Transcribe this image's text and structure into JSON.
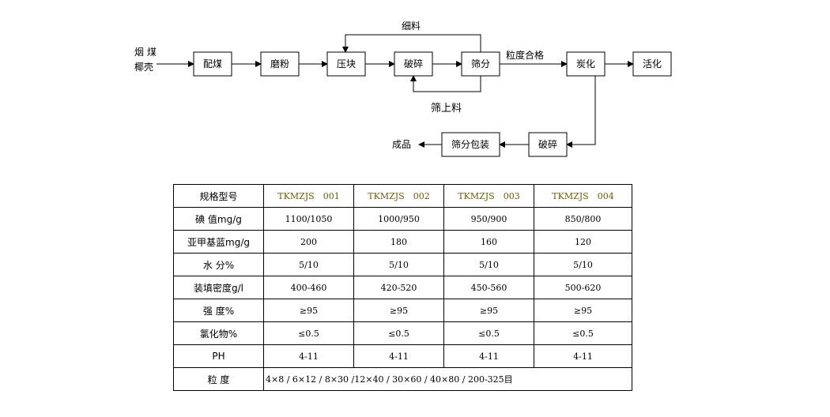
{
  "flow": {
    "inputs": [
      "烟 煤",
      "椰壳"
    ],
    "steps": {
      "peimei": "配煤",
      "mofen": "磨粉",
      "yakuai": "压块",
      "posui1": "破碎",
      "shaifen": "筛分",
      "tanhua": "炭化",
      "huohua": "活化",
      "posui2": "破碎",
      "baozhuang": "筛分包装"
    },
    "labels": {
      "xiliao": "细料",
      "shaishangliao": "筛上料",
      "lidu_hege": "粒度合格",
      "chengpin": "成品"
    }
  },
  "spec_table": {
    "header": {
      "label": "规格型号",
      "models": [
        "TKMZJS　001",
        "TKMZJS　002",
        "TKMZJS　003",
        "TKMZJS　004"
      ]
    },
    "rows": [
      {
        "label": "碘 值mg/g",
        "values": [
          "1100/1050",
          "1000/950",
          "950/900",
          "850/800"
        ]
      },
      {
        "label": "亚甲基蓝mg/g",
        "values": [
          "200",
          "180",
          "160",
          "120"
        ]
      },
      {
        "label": "水 分%",
        "values": [
          "5/10",
          "5/10",
          "5/10",
          "5/10"
        ]
      },
      {
        "label": "装填密度g/l",
        "values": [
          "400-460",
          "420-520",
          "450-560",
          "500-620"
        ]
      },
      {
        "label": "强 度%",
        "values": [
          "≥95",
          "≥95",
          "≥95",
          "≥95"
        ]
      },
      {
        "label": "氯化物%",
        "values": [
          "≤0.5",
          "≤0.5",
          "≤0.5",
          "≤0.5"
        ]
      },
      {
        "label": "PH",
        "values": [
          "4-11",
          "4-11",
          "4-11",
          "4-11"
        ]
      }
    ],
    "particle_size": {
      "label": "粒 度",
      "value": "4×8 / 6×12 / 8×30 /12×40 / 30×60 / 40×80 / 200-325目"
    }
  }
}
